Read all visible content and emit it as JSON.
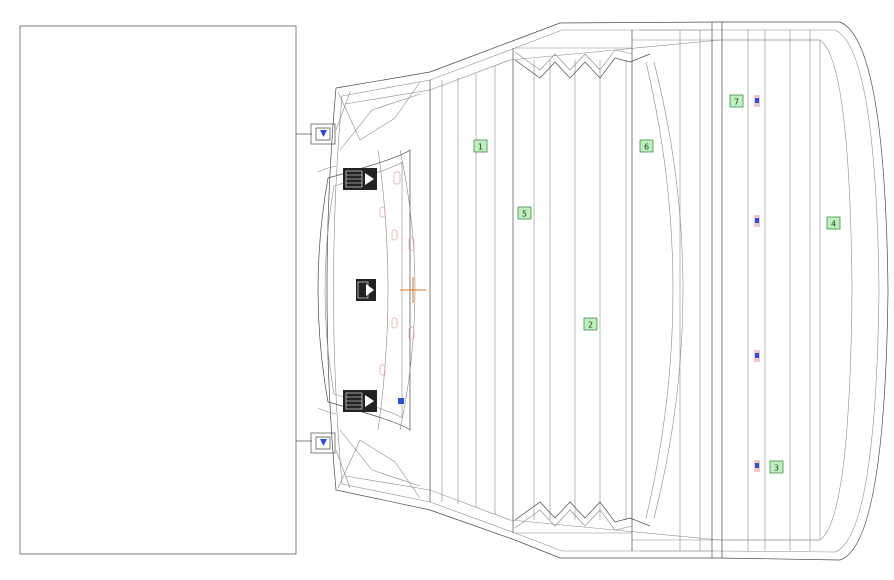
{
  "colors": {
    "line": "#4a4a4a",
    "tag_fill": "#bff0bf",
    "tag_border": "#2e7d32",
    "marker_blue": "#2b4fd6",
    "marker_pink": "#f3c7c7",
    "pink_outline": "#e8a0a0",
    "crosshair": "#e07a1a",
    "housing": "#222222"
  },
  "tags": [
    {
      "id": "tag-1",
      "label": "1"
    },
    {
      "id": "tag-2",
      "label": "2"
    },
    {
      "id": "tag-3",
      "label": "3"
    },
    {
      "id": "tag-4",
      "label": "4"
    },
    {
      "id": "tag-5",
      "label": "5"
    },
    {
      "id": "tag-6",
      "label": "6"
    },
    {
      "id": "tag-7",
      "label": "7"
    }
  ],
  "icons": {
    "light_fixture": "light-fixture-icon",
    "sensor": "sensor-marker-icon",
    "crosshair": "crosshair-icon",
    "bracket": "bracket-icon"
  }
}
